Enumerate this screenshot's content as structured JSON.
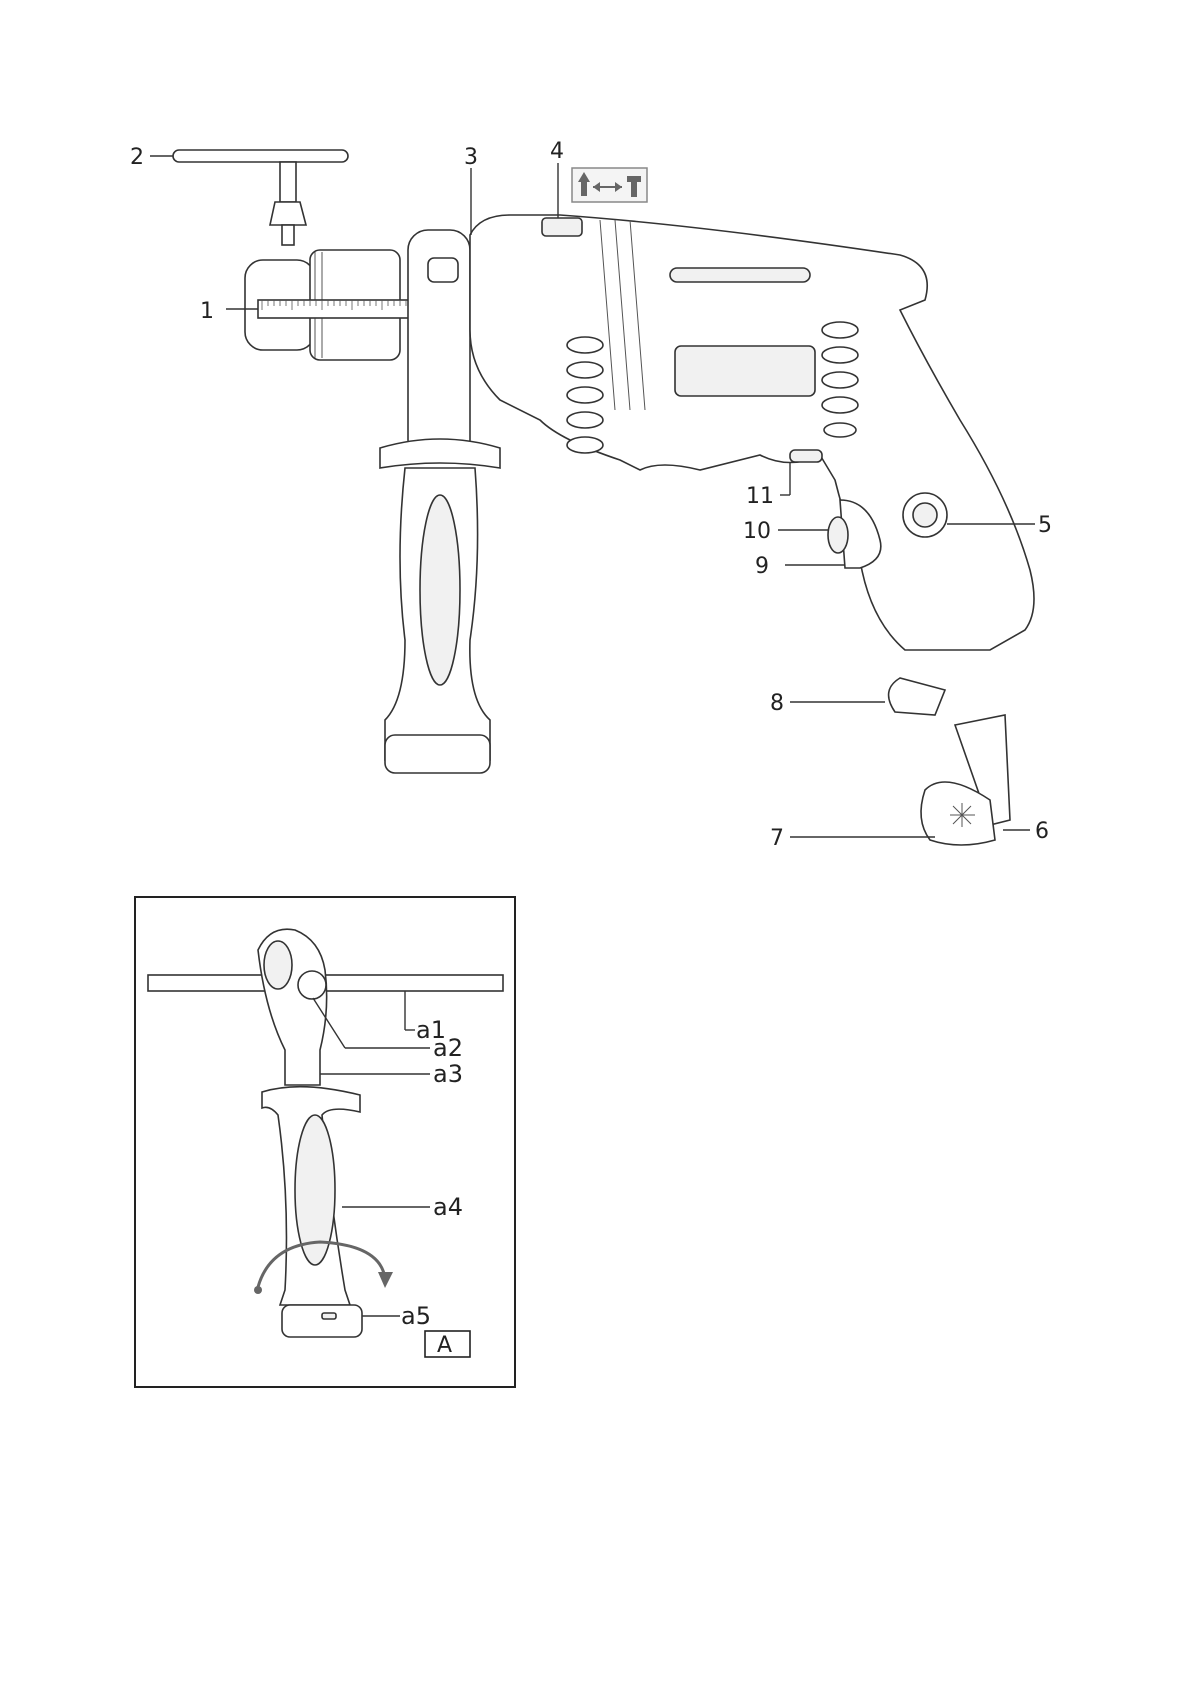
{
  "main_figure": {
    "callouts": [
      "1",
      "2",
      "3",
      "4",
      "5",
      "6",
      "7",
      "8",
      "9",
      "10",
      "11"
    ],
    "mode_switch_icon": "drill-hammer-mode-icon"
  },
  "inset_figure": {
    "callouts": [
      "a1",
      "a2",
      "a3",
      "a4",
      "a5"
    ],
    "figure_label": "A",
    "rotation_arrow_icon": "rotate-arrow-icon"
  }
}
